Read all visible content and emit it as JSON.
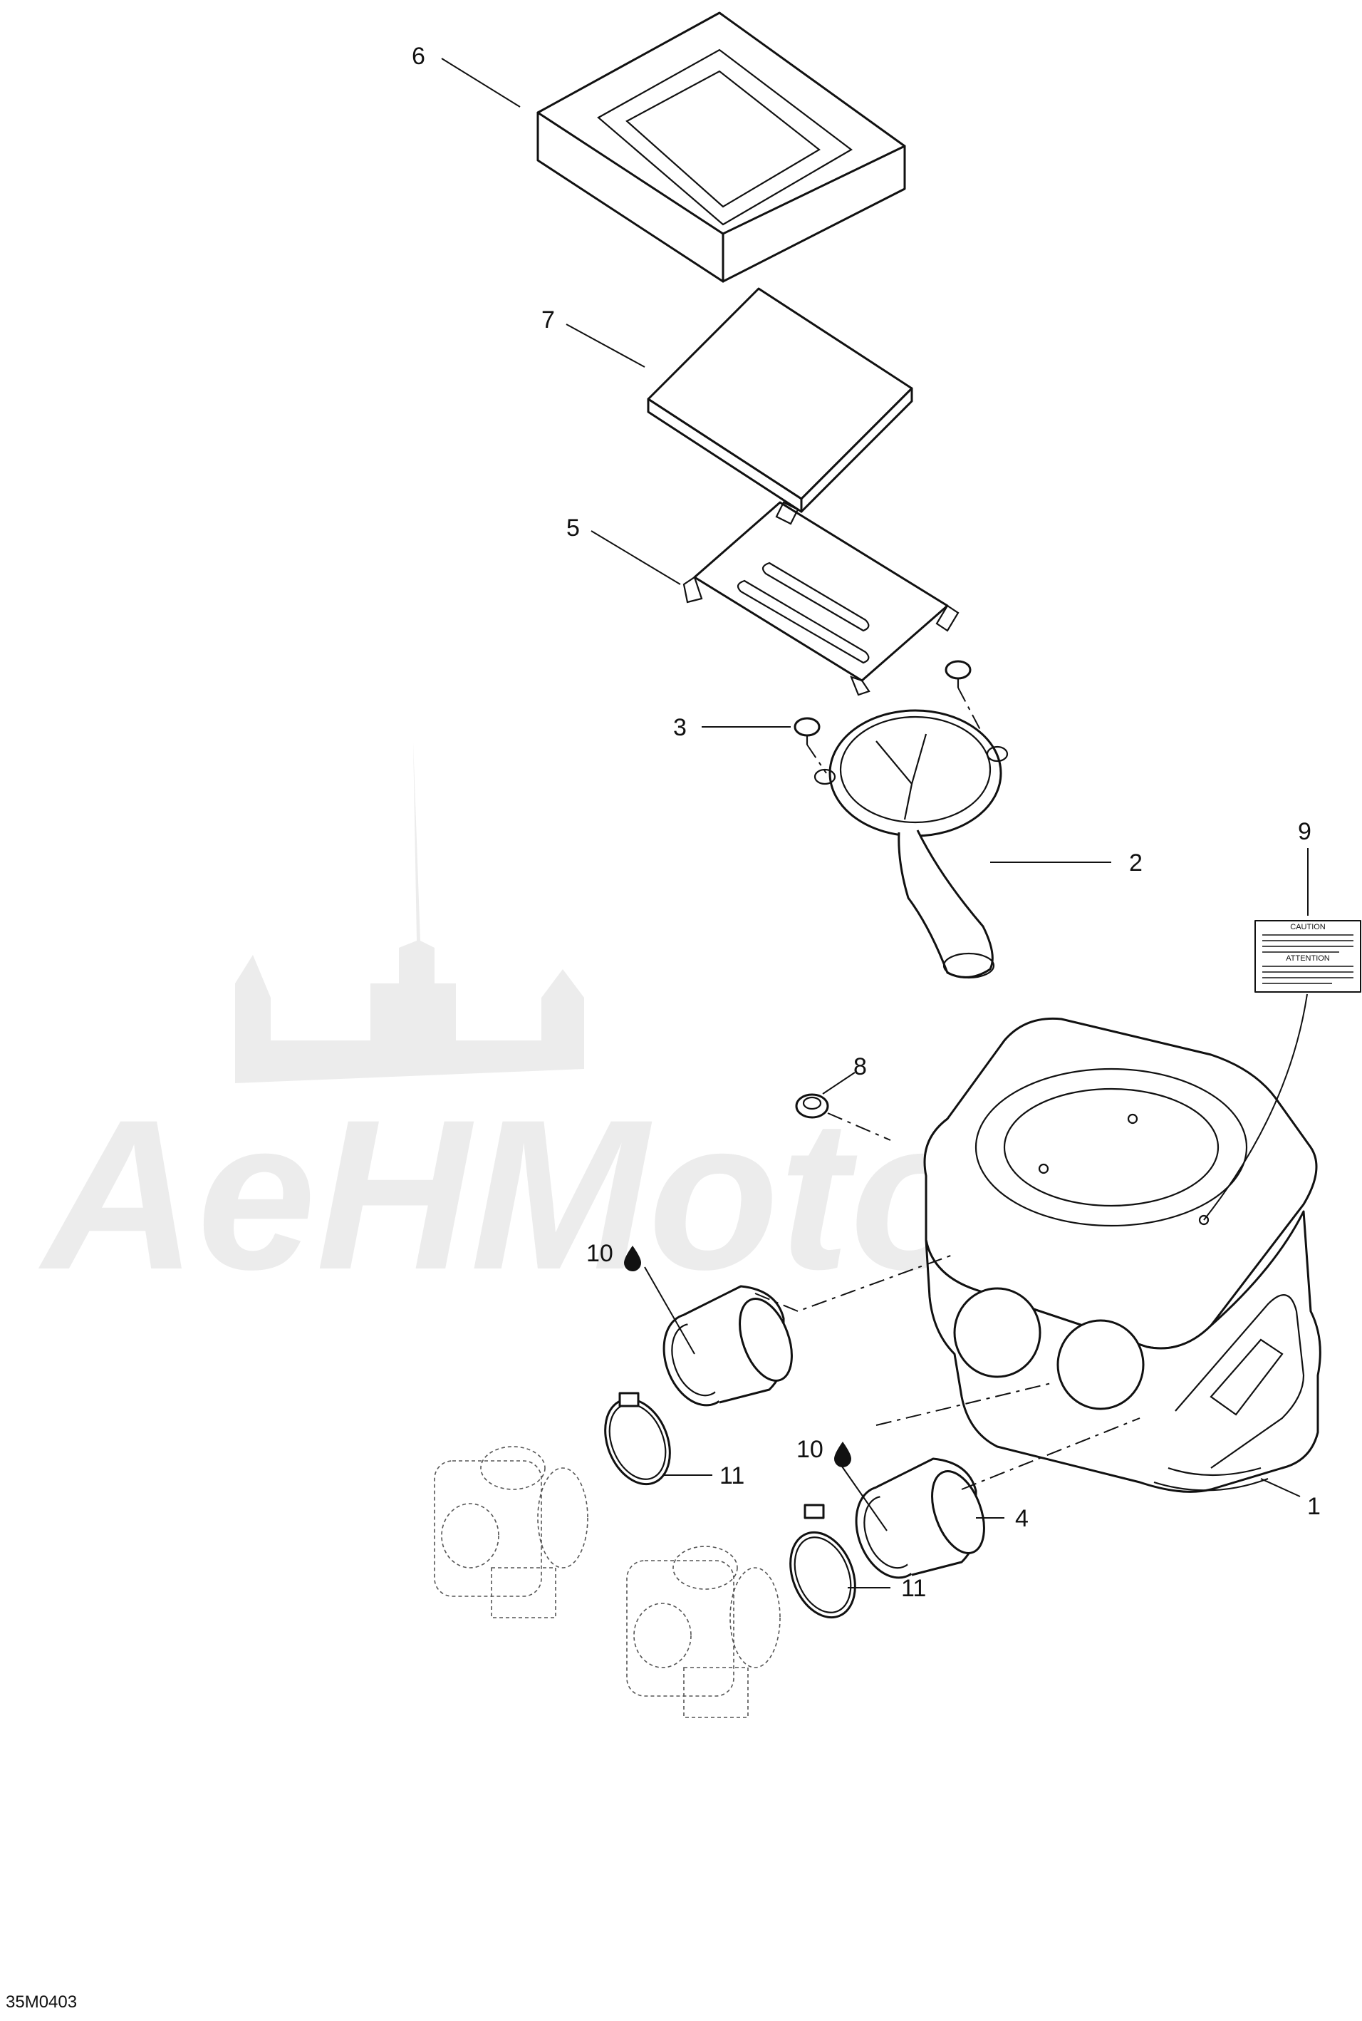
{
  "watermark": {
    "text": "AeHMoto"
  },
  "callouts": {
    "c1": "1",
    "c2": "2",
    "c3": "3",
    "c4": "4",
    "c5": "5",
    "c6": "6",
    "c7": "7",
    "c8": "8",
    "c9": "9",
    "c10a": "10",
    "c10b": "10",
    "c11a": "11",
    "c11b": "11"
  },
  "label_sticker": {
    "heading1": "CAUTION",
    "heading2": "ATTENTION"
  },
  "drawing_code": "35M0403",
  "colors": {
    "line": "#111111",
    "watermark": "#ececec"
  }
}
